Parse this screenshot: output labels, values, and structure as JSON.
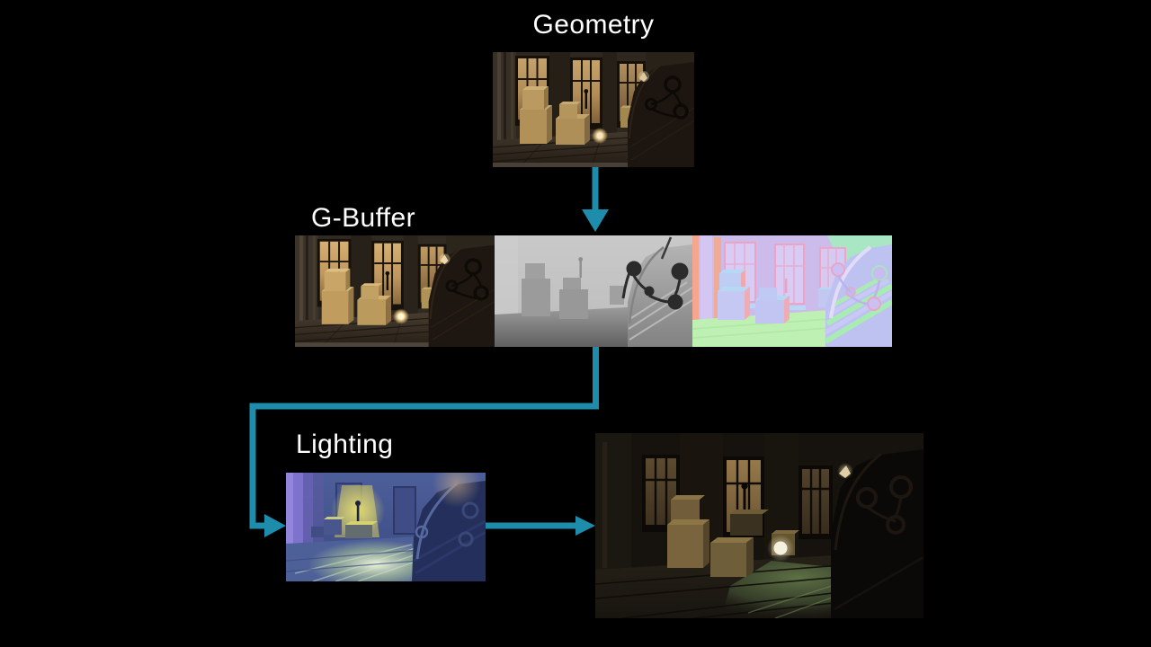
{
  "labels": {
    "geometry": "Geometry",
    "gbuffer": "G-Buffer",
    "lighting": "Lighting"
  },
  "colors": {
    "arrow": "#1E8CAB",
    "background": "#000000",
    "label-text": "#FFFFFF"
  }
}
